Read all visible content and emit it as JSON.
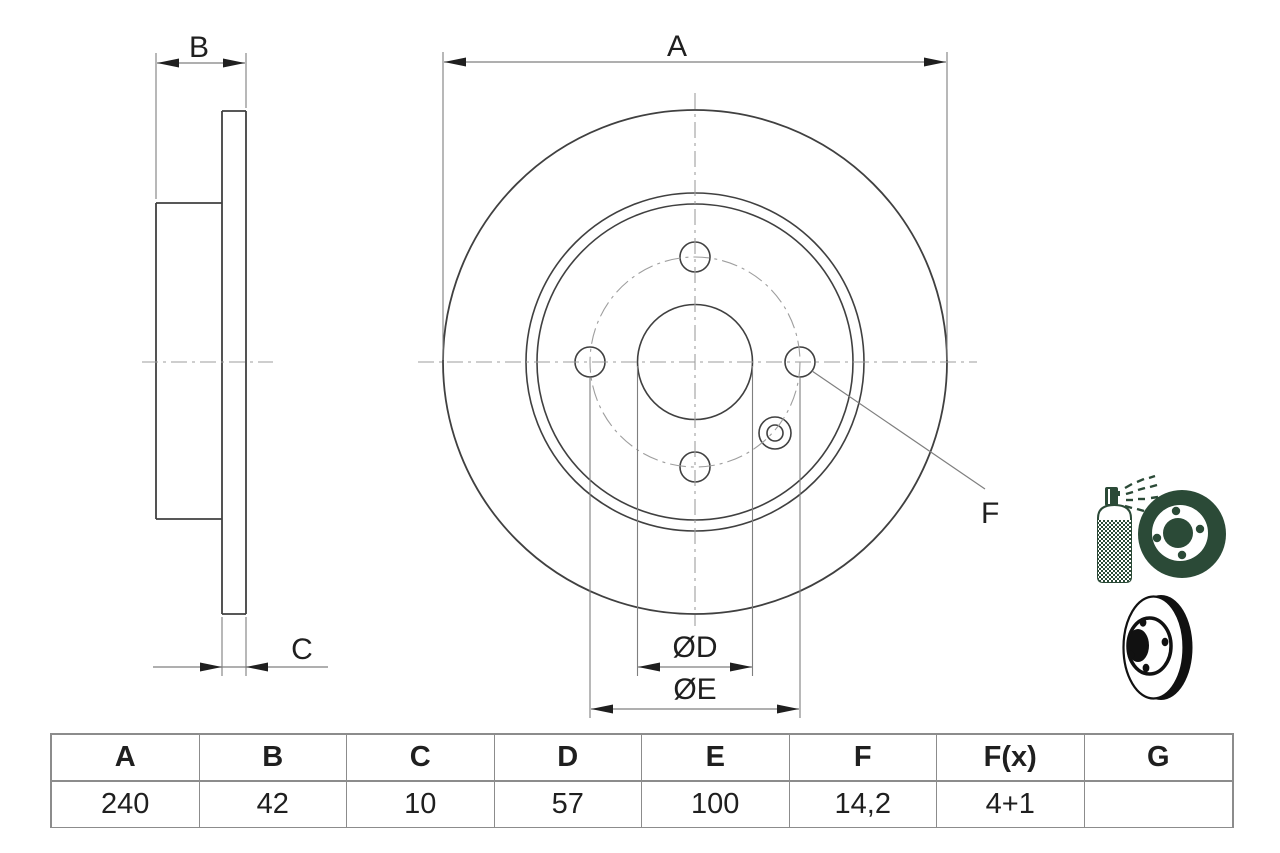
{
  "drawing": {
    "title": "brake-disc-technical-drawing",
    "labels": {
      "a": "A",
      "b": "B",
      "c": "C",
      "d": "ØD",
      "e": "ØE",
      "f": "F"
    }
  },
  "icons": {
    "top": "coated-disc-spray-icon",
    "bottom": "solid-brake-disc-icon"
  },
  "table": {
    "headers": [
      "A",
      "B",
      "C",
      "D",
      "E",
      "F",
      "F(x)",
      "G"
    ],
    "values": [
      "240",
      "42",
      "10",
      "57",
      "100",
      "14,2",
      "4+1",
      ""
    ]
  },
  "colors": {
    "accent_green": "#2b4a37",
    "line": "#404040",
    "dim": "#7f7f7f",
    "centerline": "#9e9e9e",
    "arrow": "#1f1f1f",
    "text": "#1f1f1f",
    "table_border": "#8c8c8c",
    "bg": "#ffffff"
  }
}
